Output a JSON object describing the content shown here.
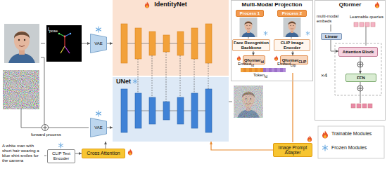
{
  "diagram": {
    "nodes": [
      {
        "text": [
          "IdentityNet"
        ]
      },
      {
        "text": [
          "UNet"
        ]
      },
      {
        "text": [
          "Multi-Modal Projection"
        ]
      },
      {
        "text": [
          "Process 1"
        ],
        "in": 2
      },
      {
        "text": [
          "Process 2"
        ],
        "in": 2
      },
      {
        "text": [
          "Face Recognition Backbone"
        ],
        "in": 2
      },
      {
        "text": [
          "CLIP Image Encoder"
        ],
        "in": 2
      },
      {
        "text": [
          "Qformer",
          "id"
        ],
        "in": 2
      },
      {
        "text": [
          "Qformer",
          "CLIP"
        ],
        "in": 2
      },
      {
        "text": [
          "Qformer"
        ]
      },
      {
        "text": [
          "Linear"
        ],
        "in": 9
      },
      {
        "text": [
          "Attention Block"
        ],
        "in": 9
      },
      {
        "text": [
          "FFN"
        ],
        "in": 9
      },
      {
        "text": [
          "I",
          "pose"
        ]
      },
      {
        "text": [
          "VAE"
        ]
      },
      {
        "text": [
          "VAE"
        ]
      },
      {
        "text": [
          "CLIP Text Encoder"
        ]
      },
      {
        "text": [
          "Cross Attention"
        ]
      },
      {
        "text": [
          "Image Prompt Adapter"
        ]
      }
    ],
    "edges": [
      {
        "from": 13,
        "to": 14,
        "arrow": "to"
      },
      {
        "from": 14,
        "to": 0,
        "arrow": "to"
      },
      {
        "from": 15,
        "to": 1,
        "arrow": "to"
      },
      {
        "from": 16,
        "to": 17,
        "arrow": "to"
      },
      {
        "from": 17,
        "to": 1,
        "arrow": "to"
      },
      {
        "from": 18,
        "to": 1,
        "arrow": "to"
      },
      {
        "from": 5,
        "to": 7,
        "arrow": "to"
      },
      {
        "from": 6,
        "to": 8,
        "arrow": "to"
      },
      {
        "from": 10,
        "to": 11,
        "arrow": "to"
      },
      {
        "from": 11,
        "to": 12,
        "arrow": "to"
      }
    ],
    "labels": [
      "forward process",
      "A white man with short hair wearing a blue shirt smiles for the camera",
      "Embed",
      "id",
      "Embed",
      "clip",
      "Token",
      "id",
      "multi-modal embeds",
      "Learnable queries",
      "×4"
    ],
    "legend": [
      {
        "text": "Trainable Modules"
      },
      {
        "text": "Frozen Modules"
      }
    ]
  }
}
